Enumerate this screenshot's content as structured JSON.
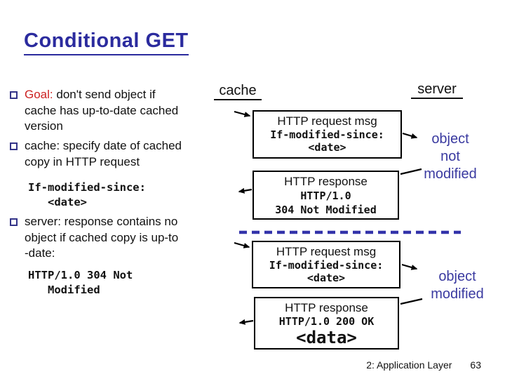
{
  "slide": {
    "title": "Conditional GET",
    "footer": {
      "section": "2: Application Layer",
      "page": "63"
    }
  },
  "colors": {
    "title_color": "#2b2b9e",
    "bullet_color": "#333388",
    "goal_color": "#cc2222",
    "indigo_color": "#3a3aa0",
    "dash_color": "#3333aa",
    "line_color": "#000000",
    "bg_color": "#ffffff"
  },
  "bullets": [
    {
      "lead": "Goal:",
      "rest": " don't send object if\ncache has up-to-date cached\nversion"
    },
    {
      "rest": "cache: specify date of cached\ncopy in HTTP request"
    },
    {
      "rest": "server: response contains no\nobject if cached copy is up-to\n-date:"
    }
  ],
  "code_blocks": {
    "if_modified_since": "If-modified-since:\n   <date>",
    "http_304": "HTTP/1.0 304 Not\n   Modified"
  },
  "diagram": {
    "cache_label": "cache",
    "server_label": "server",
    "boxes": [
      {
        "title": "HTTP request msg",
        "code": "If-modified-since:\n<date>"
      },
      {
        "title": "HTTP response",
        "code": "HTTP/1.0\n304 Not Modified"
      },
      {
        "title": "HTTP request msg",
        "code": "If-modified-since:\n<date>"
      },
      {
        "title": "HTTP response",
        "code": "HTTP/1.0 200 OK",
        "data": "<data>"
      }
    ],
    "labels": {
      "object_not_modified": "object\nnot\nmodified",
      "object_modified": "object\nmodified"
    }
  }
}
